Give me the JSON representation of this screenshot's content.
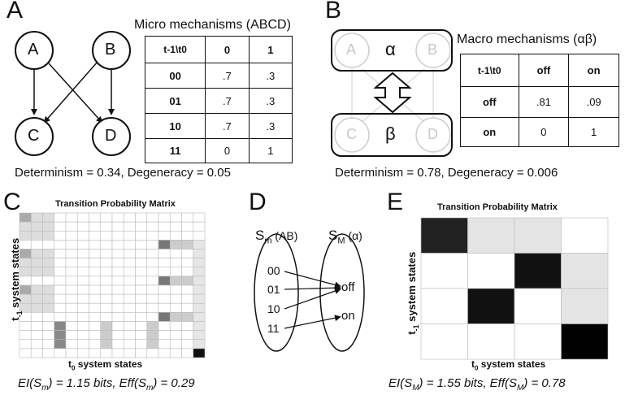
{
  "panels": {
    "a": {
      "letter": "A",
      "title": "Micro mechanisms (ABCD)",
      "nodes": [
        "A",
        "B",
        "C",
        "D"
      ],
      "table": {
        "header": [
          "t-1\\t0",
          "0",
          "1"
        ],
        "rows": [
          [
            "00",
            ".7",
            ".3"
          ],
          [
            "01",
            ".7",
            ".3"
          ],
          [
            "10",
            ".7",
            ".3"
          ],
          [
            "11",
            "0",
            "1"
          ]
        ]
      },
      "caption": "Determinism = 0.34, Degeneracy = 0.05"
    },
    "b": {
      "letter": "B",
      "title": "Macro mechanisms (αβ)",
      "macro_labels": [
        "α",
        "β"
      ],
      "faded_nodes": [
        "A",
        "B",
        "C",
        "D"
      ],
      "table": {
        "header": [
          "t-1\\t0",
          "off",
          "on"
        ],
        "rows": [
          [
            "off",
            ".81",
            ".09"
          ],
          [
            "on",
            "0",
            "1"
          ]
        ]
      },
      "caption": "Determinism = 0.78, Degeneracy = 0.006"
    },
    "c": {
      "letter": "C",
      "title": "Transition Probability Matrix",
      "ylabel": "t",
      "ylabel_sub": "-1",
      "ylabel_rest": " system states",
      "xlabel": "t",
      "xlabel_sub": "0",
      "xlabel_rest": " system states",
      "caption_parts": [
        "EI(S",
        "m",
        ") = 1.15 bits, Eff(S",
        "m",
        ") = 0.29"
      ]
    },
    "d": {
      "letter": "D",
      "left_title": "S",
      "left_sub": "m",
      "left_rest": " (AB)",
      "right_title": "S",
      "right_sub": "M",
      "right_rest": " (α)",
      "left_states": [
        "00",
        "01",
        "10",
        "11"
      ],
      "right_states": [
        "off",
        "on"
      ]
    },
    "e": {
      "letter": "E",
      "title": "Transition Probability Matrix",
      "ylabel": "t",
      "ylabel_sub": "-1",
      "ylabel_rest": " system states",
      "xlabel": "t",
      "xlabel_sub": "0",
      "xlabel_rest": " system states",
      "caption_parts": [
        "EI(S",
        "M",
        ") = 1.55 bits, Eff(S",
        "M",
        ") = 0.78"
      ]
    }
  }
}
